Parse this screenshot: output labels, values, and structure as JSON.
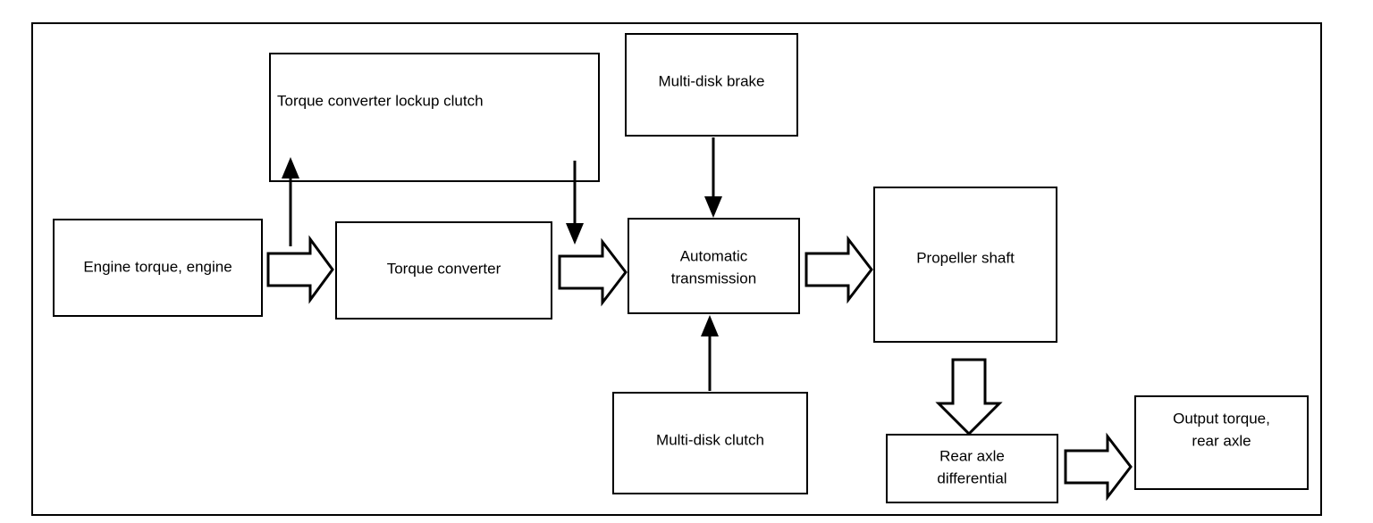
{
  "diagram": {
    "title": "Automatic transmission powertrain torque flow block diagram",
    "frame": {
      "stroke_color": "#000000"
    },
    "nodes": [
      {
        "id": "engine",
        "label": "Engine torque, engine",
        "lines": [
          "Engine torque, engine"
        ]
      },
      {
        "id": "lockup-clutch",
        "label": "Torque converter lockup clutch",
        "lines": [
          "Torque converter lockup clutch"
        ]
      },
      {
        "id": "multi-disk-brake",
        "label": "Multi-disk brake",
        "lines": [
          "Multi-disk brake"
        ]
      },
      {
        "id": "torque-converter",
        "label": "Torque converter",
        "lines": [
          "Torque converter"
        ]
      },
      {
        "id": "automatic-transmission",
        "label": "Automatic transmission",
        "lines": [
          "Automatic",
          "transmission"
        ]
      },
      {
        "id": "propeller-shaft",
        "label": "Propeller shaft",
        "lines": [
          "Propeller shaft"
        ]
      },
      {
        "id": "multi-disk-clutch",
        "label": "Multi-disk clutch",
        "lines": [
          "Multi-disk clutch"
        ]
      },
      {
        "id": "rear-axle-differential",
        "label": "Rear axle differential",
        "lines": [
          "Rear axle",
          "differential"
        ]
      },
      {
        "id": "output-torque",
        "label": "Output torque, rear axle",
        "lines": [
          "Output torque,",
          "rear axle"
        ]
      }
    ],
    "connections": [
      {
        "id": "engine-to-torque-converter",
        "from": "engine",
        "to": "torque-converter",
        "style": "block-arrow",
        "direction": "right"
      },
      {
        "id": "torque-converter-to-transmission",
        "from": "torque-converter",
        "to": "automatic-transmission",
        "style": "block-arrow",
        "direction": "right"
      },
      {
        "id": "transmission-to-propeller-shaft",
        "from": "automatic-transmission",
        "to": "propeller-shaft",
        "style": "block-arrow",
        "direction": "right"
      },
      {
        "id": "propeller-shaft-to-rear-axle",
        "from": "propeller-shaft",
        "to": "rear-axle-differential",
        "style": "block-arrow",
        "direction": "down"
      },
      {
        "id": "rear-axle-to-output-torque",
        "from": "rear-axle-differential",
        "to": "output-torque",
        "style": "block-arrow",
        "direction": "right"
      },
      {
        "id": "engine-to-lockup-clutch",
        "from": "engine",
        "to": "lockup-clutch",
        "style": "thin-arrow",
        "direction": "up"
      },
      {
        "id": "lockup-clutch-to-transmission-path",
        "from": "lockup-clutch",
        "to": "torque-converter-output",
        "style": "thin-arrow",
        "direction": "down"
      },
      {
        "id": "multi-disk-brake-to-transmission",
        "from": "multi-disk-brake",
        "to": "automatic-transmission",
        "style": "thin-arrow",
        "direction": "down"
      },
      {
        "id": "multi-disk-clutch-to-transmission",
        "from": "multi-disk-clutch",
        "to": "automatic-transmission",
        "style": "thin-arrow",
        "direction": "up"
      }
    ]
  }
}
